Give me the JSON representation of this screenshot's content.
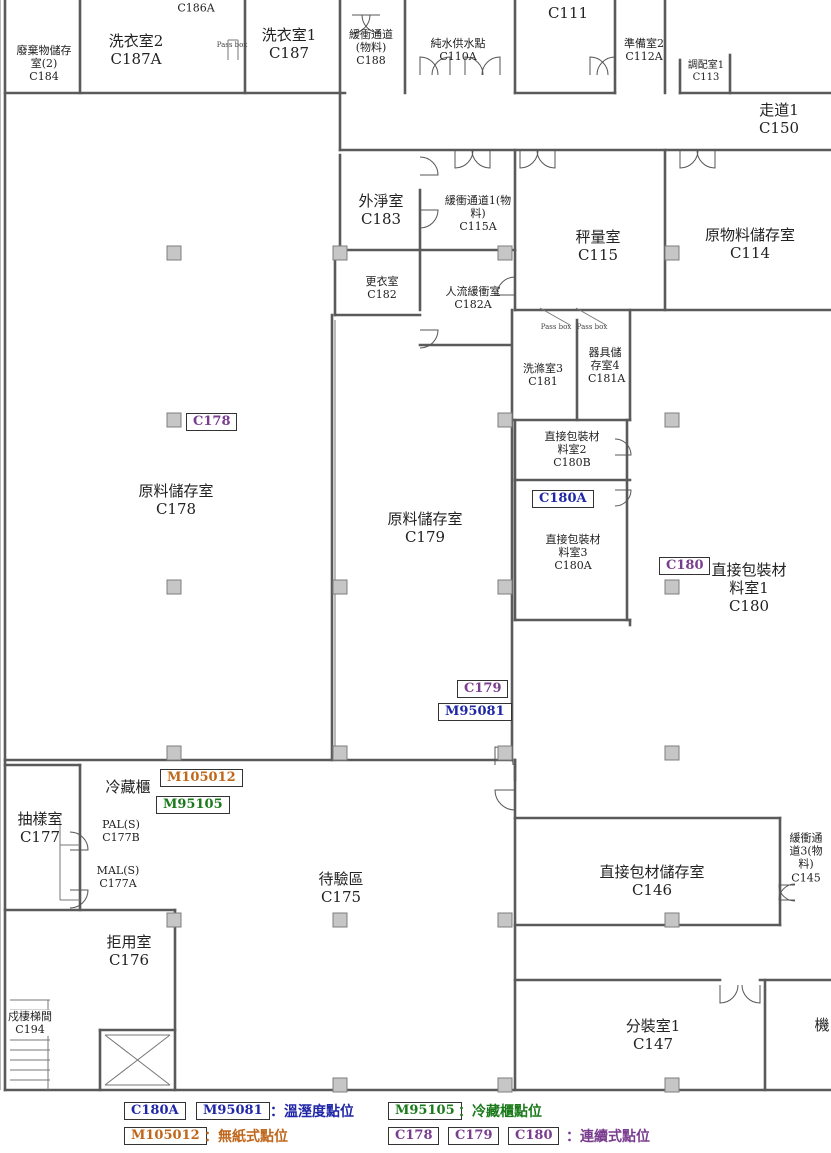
{
  "rooms": {
    "c186a": {
      "code": "C186A"
    },
    "c184": {
      "name": "廢棄物儲存室(2)",
      "code": "C184"
    },
    "c187a": {
      "name": "洗衣室2",
      "code": "C187A"
    },
    "c187": {
      "name": "洗衣室1",
      "code": "C187"
    },
    "c188": {
      "name": "緩衝通道(物料)",
      "code": "C188"
    },
    "c110a": {
      "name": "純水供水點",
      "code": "C110A"
    },
    "c111": {
      "code": "C111"
    },
    "c112a": {
      "name": "準備室2",
      "code": "C112A"
    },
    "c113": {
      "name": "調配室1",
      "code": "C113"
    },
    "c150": {
      "name": "走道1",
      "code": "C150"
    },
    "c183": {
      "name": "外淨室",
      "code": "C183"
    },
    "c115a": {
      "name": "緩衝通道1(物料)",
      "code": "C115A"
    },
    "c115": {
      "name": "秤量室",
      "code": "C115"
    },
    "c114": {
      "name": "原物料儲存室",
      "code": "C114"
    },
    "c182": {
      "name": "更衣室",
      "code": "C182"
    },
    "c182a": {
      "name": "人流緩衝室",
      "code": "C182A"
    },
    "c181": {
      "name": "洗滌室3",
      "code": "C181"
    },
    "c181a": {
      "name": "器具儲存室4",
      "code": "C181A"
    },
    "c180b": {
      "name": "直接包裝材料室2",
      "code": "C180B"
    },
    "c180a": {
      "name": "直接包裝材料室3",
      "code": "C180A"
    },
    "c180": {
      "name": "直接包裝材料室1",
      "code": "C180"
    },
    "c178": {
      "name": "原料儲存室",
      "code": "C178"
    },
    "c179": {
      "name": "原料儲存室",
      "code": "C179"
    },
    "fridge": {
      "name": "冷藏櫃"
    },
    "c177": {
      "name": "抽樣室",
      "code": "C177"
    },
    "c177b": {
      "name": "PAL(S)",
      "code": "C177B"
    },
    "c177a": {
      "name": "MAL(S)",
      "code": "C177A"
    },
    "c175": {
      "name": "待驗區",
      "code": "C175"
    },
    "c146": {
      "name": "直接包材儲存室",
      "code": "C146"
    },
    "c145": {
      "name": "緩衝通道3(物料)",
      "code": "C145"
    },
    "c176": {
      "name": "拒用室",
      "code": "C176"
    },
    "c194": {
      "name": "戍棲梯間",
      "code": "C194"
    },
    "c147": {
      "name": "分裝室1",
      "code": "C147"
    },
    "right_edge": {
      "name": "機"
    }
  },
  "pass_box": "Pass box",
  "tags": {
    "c178": "C178",
    "c180a": "C180A",
    "c180": "C180",
    "c179": "C179",
    "m95081": "M95081",
    "m105012": "M105012",
    "m95105": "M95105"
  },
  "legend": {
    "temp_codes": [
      "C180A",
      "M95081"
    ],
    "temp_label": "：溫溼度點位",
    "fridge_codes": [
      "M95105"
    ],
    "fridge_label": "：冷藏櫃點位",
    "paperless_codes": [
      "M105012"
    ],
    "paperless_label": "：無紙式點位",
    "continuous_codes": [
      "C178",
      "C179",
      "C180"
    ],
    "continuous_label": "：連續式點位"
  },
  "colors": {
    "temp": "#1f27a8",
    "fridge": "#1a7a1a",
    "paperless": "#c0661a",
    "continuous": "#7a3c8f",
    "wall": "#5a5a5a"
  }
}
